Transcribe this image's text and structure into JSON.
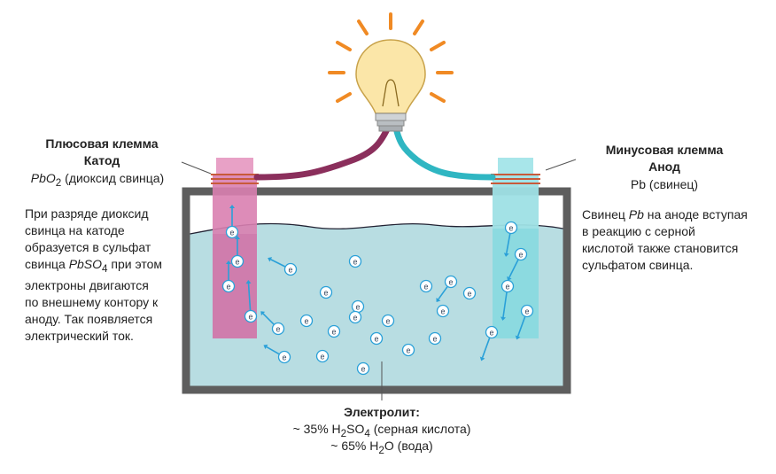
{
  "cathode": {
    "title_line1": "Плюсовая клемма",
    "title_line2": "Катод",
    "formula": "PbO",
    "formula_sub": "2",
    "formula_desc": " (диоксид свинца)",
    "desc_1": "При разряде диоксид",
    "desc_2": "свинца на катоде",
    "desc_3": "образуется в сульфат",
    "desc_4a": "свинца ",
    "desc_4f": "PbSO",
    "desc_4s": "4",
    "desc_4b": " при этом",
    "desc_5": "электроны двигаются",
    "desc_6": "по внешнему контору к",
    "desc_7": "аноду. Так появляется",
    "desc_8": "электрический ток."
  },
  "anode": {
    "title_line1": "Минусовая клемма",
    "title_line2": "Анод",
    "formula_line": "Pb (свинец)",
    "desc_1a": "Свинец ",
    "desc_1f": "Pb",
    "desc_1b": " на аноде вступая",
    "desc_2": "в реакцию с серной",
    "desc_3": "кислотой также становится",
    "desc_4": "сульфатом свинца."
  },
  "electrolyte": {
    "title": "Электролит:",
    "l1_pre": "~ 35% H",
    "l1_sub1": "2",
    "l1_mid": "SO",
    "l1_sub2": "4",
    "l1_post": " (серная кислота)",
    "l2_pre": "~ 65% H",
    "l2_sub": "2",
    "l2_post": "O (вода)"
  },
  "electron_symbol": "e",
  "colors": {
    "cathode": "#d97fb0",
    "anode": "#7fd6dc",
    "electrolyte": "#b8dde2",
    "battery_frame": "#5e5e5e",
    "wire_positive": "#8b2f5c",
    "wire_negative": "#2fb6c2",
    "electron": "#2aa0d8",
    "rays": "#f08a24"
  }
}
